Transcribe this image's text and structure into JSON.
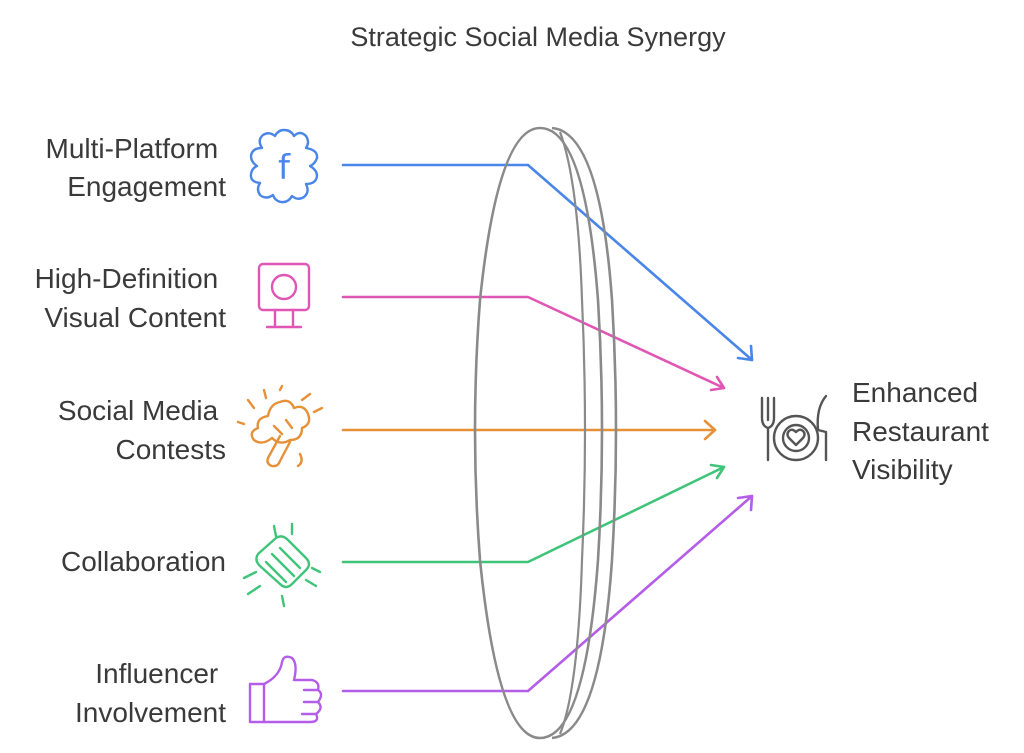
{
  "title": "Strategic Social Media Synergy",
  "inputs": [
    {
      "lines": [
        "Multi-Platform",
        "Engagement"
      ],
      "icon": "facebook-badge-icon",
      "icon_letter": "f",
      "color": "#4a86e8"
    },
    {
      "lines": [
        "High-Definition",
        "Visual Content"
      ],
      "icon": "monitor-camera-icon",
      "color": "#e056b5"
    },
    {
      "lines": [
        "Social Media",
        "Contests"
      ],
      "icon": "party-popper-icon",
      "color": "#e69138"
    },
    {
      "lines": [
        "Collaboration"
      ],
      "icon": "handshake-icon",
      "color": "#3fc47a"
    },
    {
      "lines": [
        "Influencer",
        "Involvement"
      ],
      "icon": "thumbs-up-icon",
      "color": "#b45de8"
    }
  ],
  "output": {
    "lines": [
      "Enhanced",
      "Restaurant",
      "Visibility"
    ],
    "icon": "restaurant-plate-icon",
    "color": "#555555"
  },
  "lens_color": "#8a8a8a"
}
